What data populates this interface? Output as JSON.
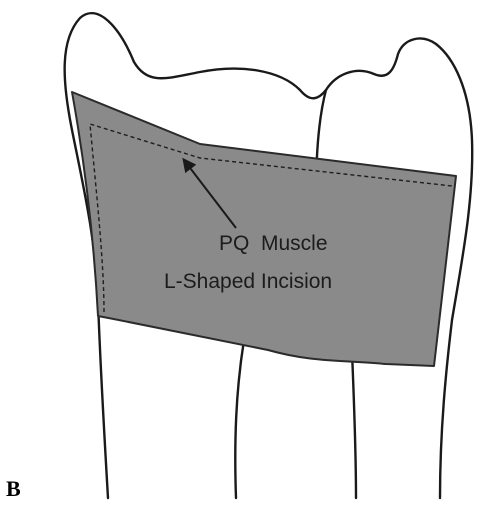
{
  "figure": {
    "panel_label": "B",
    "annotations": {
      "muscle_label": "PQ  Muscle",
      "incision_label": "L-Shaped Incision"
    },
    "colors": {
      "muscle_fill": "#8a8a8a",
      "outline": "#1a1a1a",
      "background": "#ffffff"
    }
  }
}
